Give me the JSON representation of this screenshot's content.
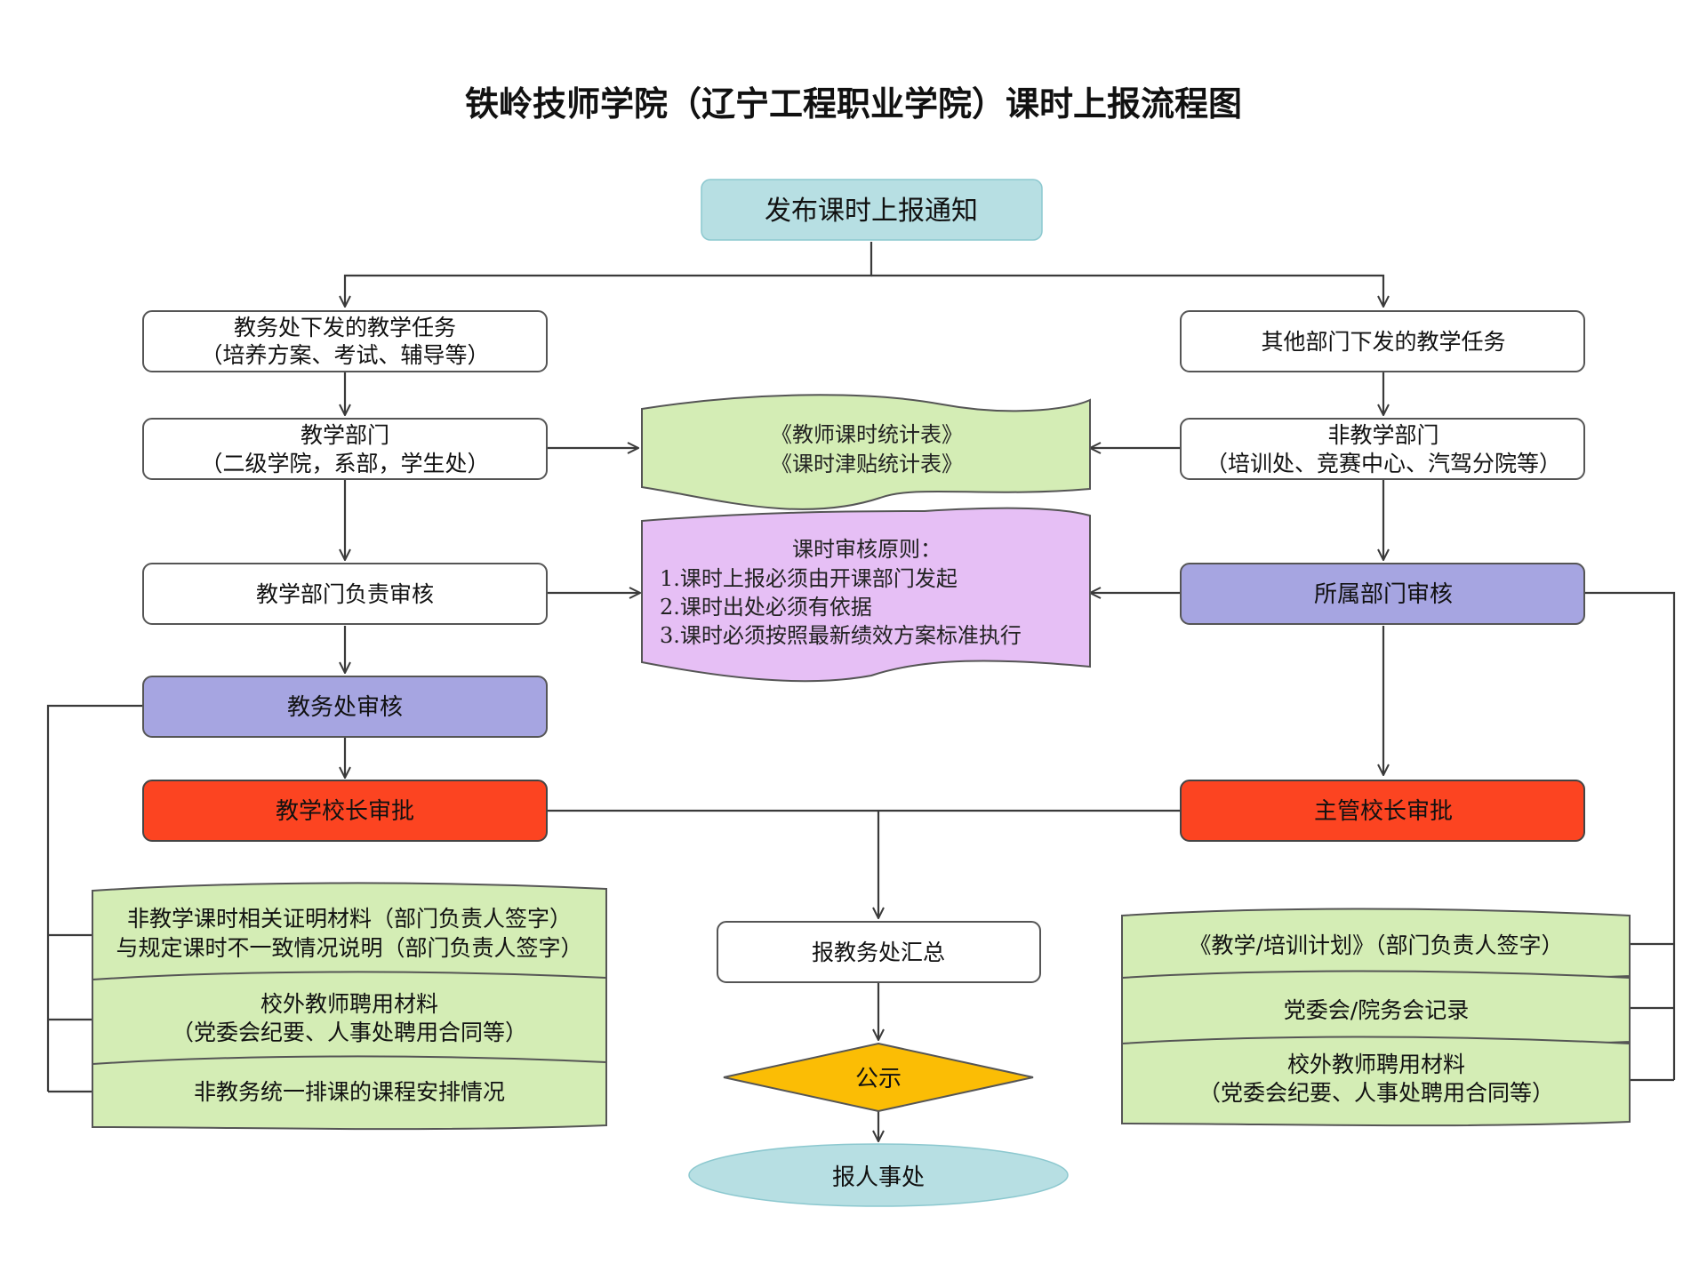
{
  "title": "铁岭技师学院（辽宁工程职业学院）课时上报流程图",
  "colors": {
    "start_fill": "#b7dfe3",
    "plain_fill": "#ffffff",
    "review_fill": "#a6a5e1",
    "approve_fill": "#fc4421",
    "doc_green": "#d4edb5",
    "doc_purple": "#e6bff5",
    "decision_fill": "#fbbd05",
    "end_fill": "#b7dfe3",
    "stroke": "#3a3a3a"
  },
  "nodes": {
    "start": "发布课时上报通知",
    "left_task": [
      "教务处下发的教学任务",
      "（培养方案、考试、辅导等）"
    ],
    "right_task": "其他部门下发的教学任务",
    "teaching_dept": [
      "教学部门",
      "（二级学院，系部，学生处）"
    ],
    "non_teaching_dept": [
      "非教学部门",
      "（培训处、竞赛中心、汽驾分院等）"
    ],
    "stats_doc": [
      "《教师课时统计表》",
      "《课时津贴统计表》"
    ],
    "principles_doc": [
      "课时审核原则：",
      "1.课时上报必须由开课部门发起",
      "2.课时出处必须有依据",
      "3.课时必须按照最新绩效方案标准执行"
    ],
    "teaching_head_review": "教学部门负责审核",
    "dept_review": "所属部门审核",
    "academic_review": "教务处审核",
    "teaching_president": "教学校长审批",
    "supervising_president": "主管校长审批",
    "summary": "报教务处汇总",
    "publicity": "公示",
    "hr": "报人事处",
    "left_docs": [
      [
        "非教学课时相关证明材料（部门负责人签字）",
        "与规定课时不一致情况说明（部门负责人签字）"
      ],
      [
        "校外教师聘用材料",
        "（党委会纪要、人事处聘用合同等）"
      ],
      [
        "非教务统一排课的课程安排情况"
      ]
    ],
    "right_docs": [
      [
        "《教学/培训计划》（部门负责人签字）"
      ],
      [
        "党委会/院务会记录"
      ],
      [
        "校外教师聘用材料",
        "（党委会纪要、人事处聘用合同等）"
      ]
    ]
  }
}
